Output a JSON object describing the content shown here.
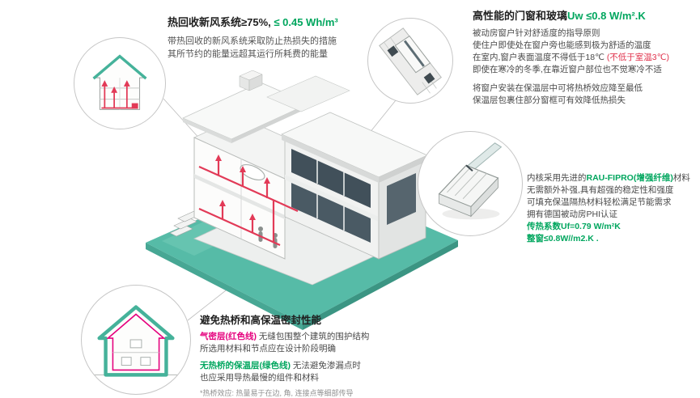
{
  "colors": {
    "accent_green": "#00a65e",
    "magenta": "#e5007d",
    "red_note": "#e0314b",
    "duct_red": "#e23a57",
    "ground_teal": "#56bba7",
    "insulation_teal": "#45b29a",
    "text_dark": "#1f1f1f",
    "text_body": "#4a4a4a",
    "text_muted": "#909090"
  },
  "callout_ventilation": {
    "title_main": "热回收新风系统≥75%, ",
    "title_value": "≤ 0.45 Wh/m³",
    "line1": "带热回收的新风系统采取防止热损失的措施",
    "line2": "其所节约的能量远超其运行所耗费的能量"
  },
  "callout_windows": {
    "title_main": "高性能的门窗和玻璃",
    "title_value": "Uw ≤0.8 W/m².K",
    "line1": "被动房窗户针对舒适度的指导原则",
    "line2": "使住户即使处在窗户旁也能感到极为舒适的温度",
    "line3a": "在室内,窗户表面温度不得低于18℃ ",
    "line3b": "(不低于室温3℃)",
    "line4": "即使在寒冷的冬季,在靠近窗户部位也不觉寒冷不适",
    "line5": "将窗户安装在保温层中可将热桥效应降至最低",
    "line6": "保温层包裹住部分窗框可有效降低热损失"
  },
  "callout_profile": {
    "line1a": "内核采用先进的",
    "line1b": "RAU-FIPRO(增强纤维)",
    "line1c": "材料",
    "line2": "无需额外补强,具有超强的稳定性和强度",
    "line3": "可填充保温隔热材料轻松满足节能需求",
    "line4": "拥有德国被动房PHI认证",
    "line5": "传热系数Uf=0.79 W/m²K",
    "line6": "整窗≤0.8W//m2.K ."
  },
  "callout_insulation": {
    "title": "避免热桥和高保温密封性能",
    "line1a": "气密层(红色线)",
    "line1b": " 无缝包围整个建筑的围护结构",
    "line2": "所选用材料和节点应在设计阶段明确",
    "line3a": "无热桥的保温层(绿色线)",
    "line3b": " 无法避免渗漏点时",
    "line4": "也应采用导热最慢的组件和材料",
    "footnote": "*热桥效应: 热量易于在边, 角, 连接点等细部传导"
  }
}
